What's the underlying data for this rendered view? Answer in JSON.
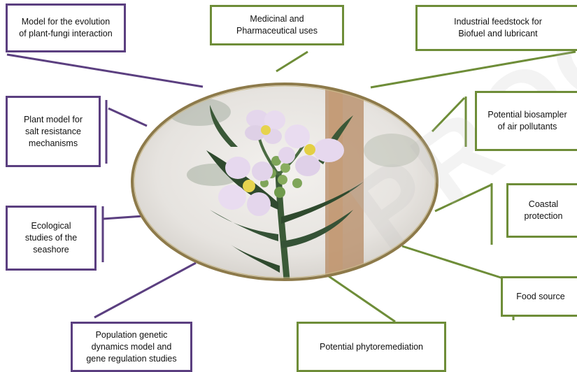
{
  "boxes": {
    "plant_fungi": "Model for the evolution\nof plant-fungi interaction",
    "medicinal": "Medicinal and\nPharmaceutical uses",
    "industrial": "Industrial feedstock for\nBiofuel and lubricant",
    "salt_resistance": "Plant model for\nsalt resistance\nmechanisms",
    "biosampler": "Potential biosampler\nof air pollutants",
    "ecological": "Ecological\nstudies of the\nseashore",
    "coastal": "Coastal\nprotection",
    "food": "Food source",
    "population": "Population genetic\ndynamics  model and\ngene regulation studies",
    "phytoremediation": "Potential phytoremediation"
  },
  "colors": {
    "purple": "#5b3f80",
    "green": "#6e8d38",
    "ellipse_border": "#8d7a4a"
  },
  "watermark": "PROOF"
}
